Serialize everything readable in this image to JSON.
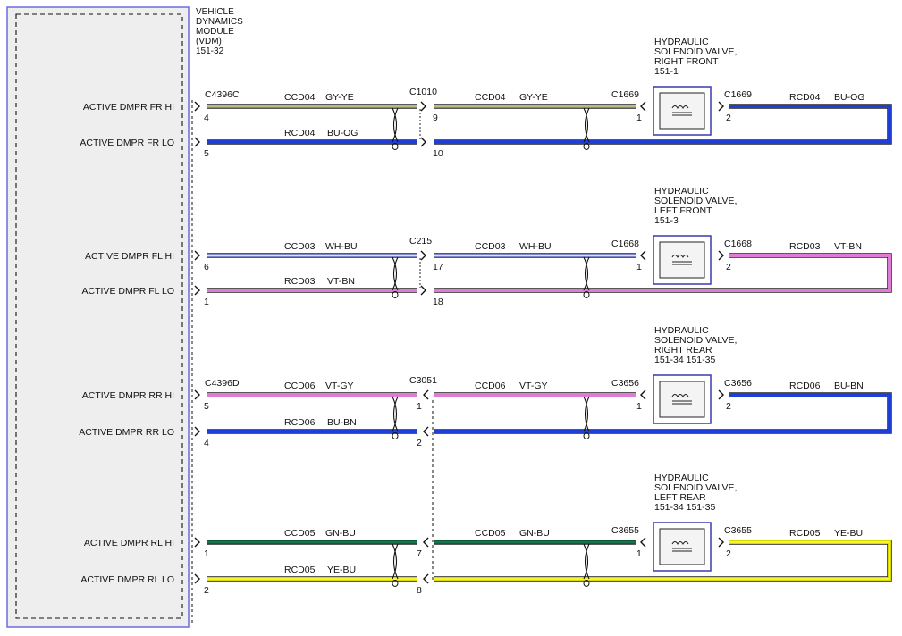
{
  "module": {
    "title_lines": [
      "VEHICLE",
      "DYNAMICS",
      "MODULE",
      "(VDM)",
      "151-32"
    ]
  },
  "colors": {
    "GY-YE": [
      "#8f8f5e",
      "#c9c98e"
    ],
    "BU-OG": [
      "#1f3fd6",
      "#1f3fd6"
    ],
    "WH-BU": [
      "#7f86c9",
      "#ffffff"
    ],
    "VT-BN": [
      "#e07bd6",
      "#e07bd6"
    ],
    "VT-GY": [
      "#e07bd6",
      "#e07bd6"
    ],
    "BU-BN": [
      "#1f3fd6",
      "#1f3fd6"
    ],
    "GN-BU": [
      "#0f5a3a",
      "#1a7a55"
    ],
    "YE-BU": [
      "#d8d800",
      "#ffff40"
    ],
    "module_border": "#6b6be0",
    "module_fill": "#eeeeee",
    "valve_border": "#3a3ab0"
  },
  "groups": [
    {
      "id": "fr",
      "pins": [
        "ACTIVE DMPR FR HI",
        "ACTIVE DMPR FR LO"
      ],
      "module_connector": "C4396C",
      "module_pins": [
        "4",
        "5"
      ],
      "hi_circuit": "CCD04",
      "hi_color": "GY-YE",
      "lo_circuit": "RCD04",
      "lo_color": "BU-OG",
      "inline_connector": "C1010",
      "inline_pins": [
        "9",
        "10"
      ],
      "inline_style": "solid",
      "right_hi_circuit": "CCD04",
      "right_hi_color": "GY-YE",
      "valve_connector": "C1669",
      "valve_pins": [
        "1",
        "2"
      ],
      "valve_name": [
        "HYDRAULIC",
        "SOLENOID VALVE,",
        "RIGHT FRONT",
        "151-1"
      ],
      "return_circuit": "RCD04",
      "return_color": "BU-OG"
    },
    {
      "id": "fl",
      "pins": [
        "ACTIVE DMPR FL HI",
        "ACTIVE DMPR FL LO"
      ],
      "module_connector": "",
      "module_pins": [
        "6",
        "1"
      ],
      "hi_circuit": "CCD03",
      "hi_color": "WH-BU",
      "lo_circuit": "RCD03",
      "lo_color": "VT-BN",
      "inline_connector": "C215",
      "inline_pins": [
        "17",
        "18"
      ],
      "inline_style": "solid",
      "right_hi_circuit": "CCD03",
      "right_hi_color": "WH-BU",
      "valve_connector": "C1668",
      "valve_pins": [
        "1",
        "2"
      ],
      "valve_name": [
        "HYDRAULIC",
        "SOLENOID VALVE,",
        "LEFT FRONT",
        "151-3"
      ],
      "return_circuit": "RCD03",
      "return_color": "VT-BN"
    },
    {
      "id": "rr",
      "pins": [
        "ACTIVE DMPR RR HI",
        "ACTIVE DMPR RR LO"
      ],
      "module_connector": "C4396D",
      "module_pins": [
        "5",
        "4"
      ],
      "hi_circuit": "CCD06",
      "hi_color": "VT-GY",
      "lo_circuit": "RCD06",
      "lo_color": "BU-BN",
      "inline_connector": "C3051",
      "inline_pins": [
        "1",
        "2"
      ],
      "inline_style": "dashed",
      "right_hi_circuit": "CCD06",
      "right_hi_color": "VT-GY",
      "valve_connector": "C3656",
      "valve_pins": [
        "1",
        "2"
      ],
      "valve_name": [
        "HYDRAULIC",
        "SOLENOID VALVE,",
        "RIGHT REAR",
        "151-34  151-35"
      ],
      "return_circuit": "RCD06",
      "return_color": "BU-BN"
    },
    {
      "id": "rl",
      "pins": [
        "ACTIVE DMPR RL HI",
        "ACTIVE DMPR RL LO"
      ],
      "module_connector": "",
      "module_pins": [
        "1",
        "2"
      ],
      "hi_circuit": "CCD05",
      "hi_color": "GN-BU",
      "lo_circuit": "RCD05",
      "lo_color": "YE-BU",
      "inline_connector": "",
      "inline_pins": [
        "7",
        "8"
      ],
      "inline_style": "dashed",
      "right_hi_circuit": "CCD05",
      "right_hi_color": "GN-BU",
      "valve_connector": "C3655",
      "valve_pins": [
        "1",
        "2"
      ],
      "valve_name": [
        "HYDRAULIC",
        "SOLENOID VALVE,",
        "LEFT REAR",
        "151-34  151-35"
      ],
      "return_circuit": "RCD05",
      "return_color": "YE-BU"
    }
  ]
}
